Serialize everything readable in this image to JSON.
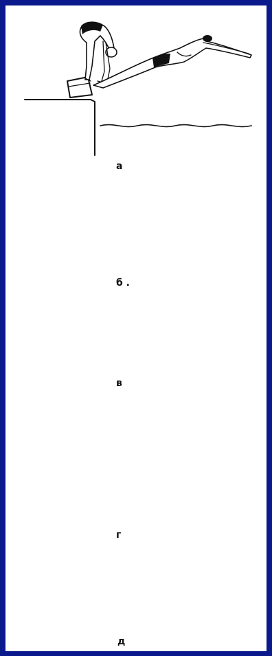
{
  "figure": {
    "frame_color": "#0a1a8c",
    "stages": [
      {
        "id": "a",
        "label": "а",
        "icon": "swimmer-start-dive-icon"
      },
      {
        "id": "b",
        "label": "б .",
        "icon": "swimmer-entry-icon"
      },
      {
        "id": "v",
        "label": "в",
        "icon": "swimmer-underwater-glide-icon"
      },
      {
        "id": "g",
        "label": "г",
        "icon": "swimmer-glide-icon"
      },
      {
        "id": "d",
        "label": "д",
        "icon": "swimmer-first-stroke-icon"
      }
    ]
  }
}
